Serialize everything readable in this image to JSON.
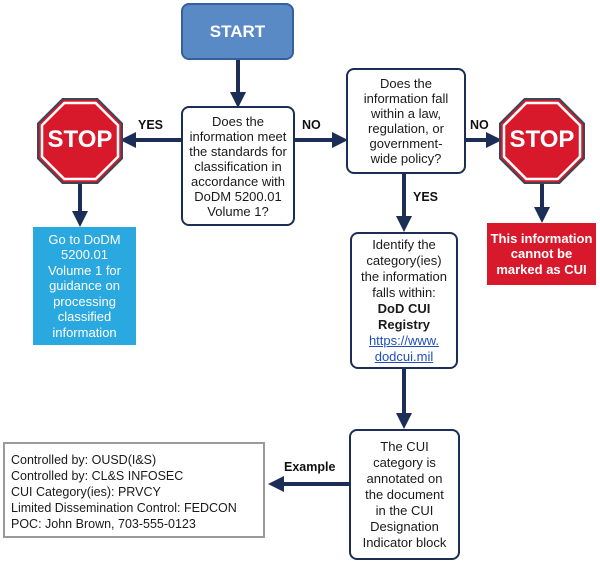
{
  "start": {
    "label": "START"
  },
  "decision_classification": {
    "lines": [
      "Does the",
      "information meet",
      "the standards for",
      "classification in",
      "accordance with",
      "DoDM 5200.01",
      "Volume 1?"
    ]
  },
  "decision_law": {
    "lines": [
      "Does the",
      "information fall",
      "within a law,",
      "regulation, or",
      "government-",
      "wide policy?"
    ]
  },
  "stop_left": {
    "label": "STOP"
  },
  "stop_right": {
    "label": "STOP"
  },
  "edges": {
    "yes_left": "YES",
    "no_middle": "NO",
    "no_right": "NO",
    "yes_down": "YES",
    "example": "Example"
  },
  "classified_guidance": {
    "lines": [
      "Go to DoDM",
      "5200.01",
      "Volume 1 for",
      "guidance on",
      "processing",
      "classified",
      "information"
    ]
  },
  "not_cui": {
    "lines": [
      "This information",
      "cannot be",
      "marked as CUI"
    ]
  },
  "identify_box": {
    "lines": [
      "Identify the",
      "category(ies)",
      "the information",
      "falls within:"
    ],
    "registry_lines": [
      "DoD CUI",
      "Registry"
    ],
    "link_lines": [
      "https://www.",
      "dodcui.mil"
    ]
  },
  "annotate_box": {
    "lines": [
      "The CUI",
      "category is",
      "annotated on",
      "the document",
      "in the CUI",
      "Designation",
      "Indicator block"
    ]
  },
  "example_block": {
    "lines": [
      "Controlled by: OUSD(I&S)",
      "Controlled by: CL&S INFOSEC",
      "CUI Category(ies): PRVCY",
      "Limited Dissemination Control: FEDCON",
      "POC: John Brown, 703-555-0123"
    ]
  },
  "colors": {
    "start_fill": "#5a8ac6",
    "stop_red": "#d8192c",
    "info_blue": "#2aa8e0",
    "arrow_navy": "#1c2e55"
  }
}
